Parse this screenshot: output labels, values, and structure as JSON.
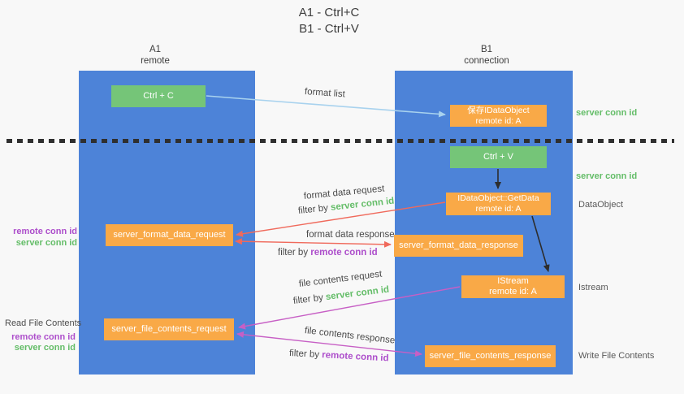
{
  "title": {
    "line1": "A1 - Ctrl+C",
    "line2": "B1 - Ctrl+V"
  },
  "columns": {
    "left": {
      "id": "A1",
      "subtitle": "remote"
    },
    "right": {
      "id": "B1",
      "subtitle": "connection"
    }
  },
  "boxes": {
    "ctrl_c": "Ctrl + C",
    "ctrl_v": "Ctrl + V",
    "save_dataobject": {
      "line1": "保存IDataObject",
      "line2": "remote id: A"
    },
    "getdata": {
      "line1": "IDataObject::GetData",
      "line2": "remote id: A"
    },
    "istream": {
      "line1": "IStream",
      "line2": "remote id: A"
    },
    "format_request": "server_format_data_request",
    "format_response": "server_format_data_response",
    "file_request": "server_file_contents_request",
    "file_response": "server_file_contents_response"
  },
  "labels": {
    "format_list": "format list",
    "format_data_request": "format data request",
    "format_data_response": "format data response",
    "file_contents_request": "file contents request",
    "file_contents_response": "file contents response",
    "filter_by": "filter by ",
    "server_conn_id": "server conn id",
    "remote_conn_id": "remote conn id",
    "dataobject": "DataObject",
    "istream": "Istream",
    "read_file_contents": "Read File Contents",
    "write_file_contents": "Write File Contents"
  },
  "colors": {
    "column_blue": "#4d83d8",
    "box_green": "#75c578",
    "box_orange": "#f9a947",
    "green_text": "#64bd68",
    "purple_text": "#ad4ecb",
    "red_arrow": "#f06a5c",
    "magenta_arrow": "#c75fc5",
    "light_blue_arrow": "#a8d2ee",
    "black_arrow": "#2d2d2d",
    "background": "#f8f8f8"
  }
}
